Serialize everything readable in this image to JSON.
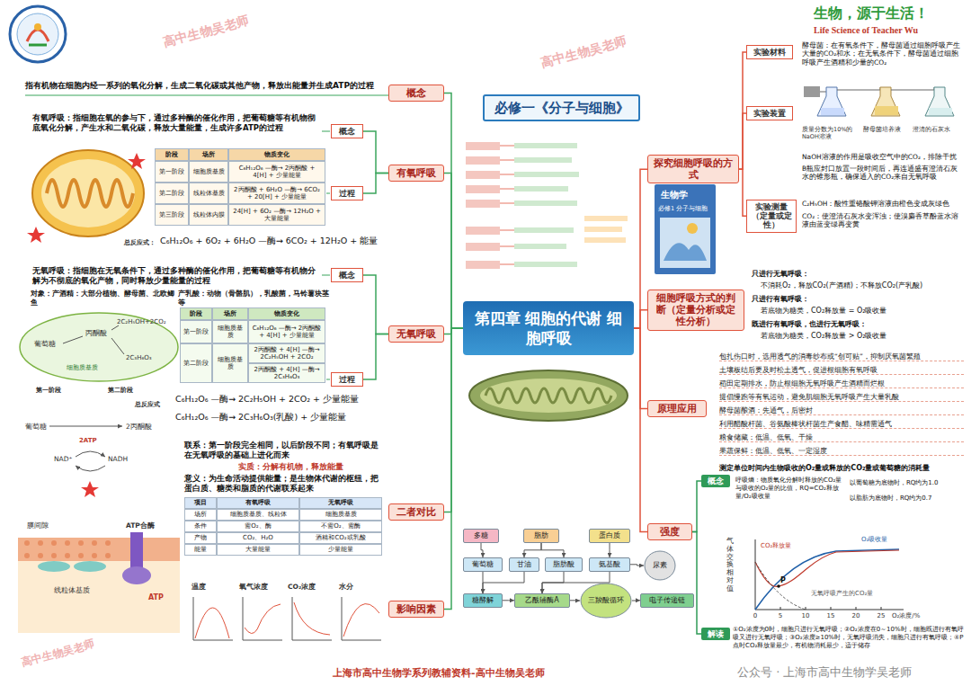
{
  "diagram": {
    "nodes": [
      {
        "text": [
          "必修一《分子与细胞》"
        ]
      },
      {
        "text": [
          "第四章 细胞的代谢 细胞呼吸"
        ]
      },
      {
        "text": [
          "概念"
        ]
      },
      {
        "text": [
          "有氧呼吸"
        ]
      },
      {
        "text": [
          "无氧呼吸"
        ]
      },
      {
        "text": [
          "二者对比"
        ]
      },
      {
        "text": [
          "影响因素"
        ]
      },
      {
        "text": [
          "探究细胞呼吸的方式"
        ]
      },
      {
        "text": [
          "细胞呼吸方式的判断（定量分析或定性分析）"
        ]
      },
      {
        "text": [
          "原理应用"
        ]
      },
      {
        "text": [
          "强度"
        ]
      },
      {
        "text": [
          "概念"
        ]
      },
      {
        "text": [
          "过程"
        ]
      },
      {
        "text": [
          "概念"
        ]
      },
      {
        "text": [
          "过程"
        ]
      },
      {
        "text": [
          "实验材料"
        ]
      },
      {
        "text": [
          "实验装置"
        ]
      },
      {
        "text": [
          "实验测量（定量或定性）"
        ]
      },
      {
        "text": [
          "概念"
        ]
      },
      {
        "text": [
          "解读"
        ]
      },
      {
        "text": [
          "多糖"
        ]
      },
      {
        "text": [
          "脂肪"
        ]
      },
      {
        "text": [
          "蛋白质"
        ]
      },
      {
        "text": [
          "葡萄糖"
        ]
      },
      {
        "text": [
          "甘油"
        ]
      },
      {
        "text": [
          "脂肪酸"
        ]
      },
      {
        "text": [
          "氨基酸"
        ]
      },
      {
        "text": [
          "糖酵解"
        ]
      },
      {
        "text": [
          "乙酰辅酶A"
        ]
      },
      {
        "text": [
          "三羧酸循环"
        ]
      },
      {
        "text": [
          "电子传递链"
        ]
      },
      {
        "text": [
          "尿素"
        ]
      }
    ],
    "edges": [
      {
        "from": 1,
        "to": 2,
        "arrow": "none"
      },
      {
        "from": 1,
        "to": 3,
        "arrow": "none"
      },
      {
        "from": 1,
        "to": 4,
        "arrow": "none"
      },
      {
        "from": 1,
        "to": 5,
        "arrow": "none"
      },
      {
        "from": 1,
        "to": 6,
        "arrow": "none"
      },
      {
        "from": 1,
        "to": 7,
        "arrow": "none"
      },
      {
        "from": 1,
        "to": 8,
        "arrow": "none"
      },
      {
        "from": 1,
        "to": 9,
        "arrow": "none"
      },
      {
        "from": 1,
        "to": 10,
        "arrow": "none"
      },
      {
        "from": 3,
        "to": 11,
        "arrow": "none"
      },
      {
        "from": 3,
        "to": 12,
        "arrow": "none"
      },
      {
        "from": 4,
        "to": 13,
        "arrow": "none"
      },
      {
        "from": 4,
        "to": 14,
        "arrow": "none"
      },
      {
        "from": 7,
        "to": 15,
        "arrow": "none"
      },
      {
        "from": 7,
        "to": 16,
        "arrow": "none"
      },
      {
        "from": 7,
        "to": 17,
        "arrow": "none"
      },
      {
        "from": 10,
        "to": 18,
        "arrow": "none"
      },
      {
        "from": 10,
        "to": 19,
        "arrow": "none"
      },
      {
        "from": 20,
        "to": 23,
        "arrow": "to"
      },
      {
        "from": 21,
        "to": 24,
        "arrow": "to"
      },
      {
        "from": 21,
        "to": 25,
        "arrow": "to"
      },
      {
        "from": 22,
        "to": 26,
        "arrow": "to"
      },
      {
        "from": 23,
        "to": 27,
        "arrow": "to"
      },
      {
        "from": 24,
        "to": 27,
        "arrow": "to"
      },
      {
        "from": 25,
        "to": 28,
        "arrow": "to"
      },
      {
        "from": 26,
        "to": 28,
        "arrow": "to"
      },
      {
        "from": 26,
        "to": 31,
        "arrow": "to"
      },
      {
        "from": 27,
        "to": 28,
        "arrow": "to"
      },
      {
        "from": 28,
        "to": 29,
        "arrow": "to"
      },
      {
        "from": 29,
        "to": 30,
        "arrow": "to"
      }
    ],
    "labels": [
      "指有机物在细胞内经一系列的氧化分解，生成二氧化碳或其他产物，释放出能量并生成ATP的过程",
      "有氧呼吸：指细胞在氧的参与下，通过多种酶的催化作用，把葡萄糖等有机物彻底氧化分解，产生水和二氧化碳，释放大量能量，生成许多ATP的过程",
      "阶段",
      "场所",
      "物质变化",
      "第一阶段",
      "细胞质基质",
      "C₆H₁₂O₆ —酶→ 2丙酮酸 + 4[H] + 少量能量",
      "第二阶段",
      "线粒体基质",
      "2丙酮酸 + 6H₂O —酶→ 6CO₂ + 20[H] + 少量能量",
      "第三阶段",
      "线粒体内膜",
      "24[H] + 6O₂ —酶→ 12H₂O + 大量能量",
      "总反应式：",
      "C₆H₁₂O₆ + 6O₂ + 6H₂O —酶→ 6CO₂ + 12H₂O + 能量",
      "无氧呼吸：指细胞在无氧条件下，通过多种酶的催化作用，把葡萄糖等有机物分解为不彻底的氧化产物，同时释放少量能量的过程",
      "对象：产酒精：大部分植物、酵母菌、北欧鲫鱼",
      "产乳酸：动物（骨骼肌），乳酸菌，马铃薯块茎等",
      "阶段",
      "场所",
      "物质变化",
      "第一阶段",
      "细胞质基质",
      "C₆H₁₂O₆ —酶→ 2丙酮酸 + 4[H] + 少量能量",
      "第二阶段",
      "细胞质基质",
      "2丙酮酸 + 4[H] —酶→ 2C₂H₅OH + 2CO₂",
      "2丙酮酸 + 4[H] —酶→ 2C₃H₆O₃",
      "总反应式",
      "C₆H₁₂O₆ —酶→ 2C₂H₅OH + 2CO₂ + 少量能量",
      "C₆H₁₂O₆ —酶→ 2C₃H₆O₃(乳酸) + 少量能量",
      "葡萄糖",
      "丙酮酸",
      "2C₂H₅OH+2CO₂",
      "2C₃H₆O₃",
      "细胞质基质",
      "第一阶段",
      "第二阶段",
      "葡萄糖",
      "2丙酮酸",
      "NAD⁺",
      "NADH",
      "2ATP",
      "联系：第一阶段完全相同，以后阶段不同；有氧呼吸是在无氧呼吸的基础上进化而来",
      "实质：分解有机物，释放能量",
      "意义：为生命活动提供能量；是生物体代谢的枢纽，把蛋白质、糖类和脂质的代谢联系起来",
      "项目",
      "有氧呼吸",
      "无氧呼吸",
      "场所",
      "细胞质基质、线粒体",
      "细胞质基质",
      "条件",
      "需O₂、酶",
      "不需O₂、需酶",
      "产物",
      "CO₂、H₂O",
      "酒精和CO₂或乳酸",
      "能量",
      "大量能量",
      "少量能量",
      "温度",
      "氧气浓度",
      "CO₂浓度",
      "水分",
      "膜间隙",
      "ATP合酶",
      "线粒体基质",
      "ATP",
      "生物，源于生活！",
      "Life Science of Teacher Wu",
      "酵母菌：在有氧条件下，酵母菌通过细胞呼吸产生大量的CO₂和水；在无氧条件下，酵母菌通过细胞呼吸产生酒精和少量的CO₂",
      "质量分数为10%的NaOH溶液",
      "酵母菌培养液",
      "澄清的石灰水",
      "NaOH溶液的作用是吸收空气中的CO₂，排除干扰",
      "B瓶应封口放置一段时间后，再连通盛有澄清石灰水的锥形瓶，确保通入的CO₂来自无氧呼吸",
      "C₂H₅OH：酸性重铬酸钾溶液由橙色变成灰绿色",
      "CO₂：使澄清石灰水变浑浊；使溴麝香草酚蓝水溶液由蓝变绿再变黄",
      "生物学",
      "必修1 分子与细胞",
      "只进行无氧呼吸：",
      "不消耗O₂，释放CO₂(产酒精)；不释放CO₂(产乳酸)",
      "只进行有氧呼吸：",
      "若底物为糖类，CO₂释放量 = O₂吸收量",
      "既进行有氧呼吸，也进行无氧呼吸：",
      "若底物为糖类，CO₂释放量 > O₂吸收量",
      "包扎伤口时，选用透气的消毒纱布或“创可贴”，抑制厌氧菌繁殖",
      "土壤板结后要及时松土透气，促进根细胞有氧呼吸",
      "稻田定期排水，防止根细胞无氧呼吸产生酒精而烂根",
      "提倡慢跑等有氧运动，避免肌细胞无氧呼吸产生大量乳酸",
      "酵母菌酿酒：先通气，后密封",
      "利用醋酸杆菌、谷氨酸棒状杆菌生产食醋、味精需通气",
      "粮食储藏：低温、低氧、干燥",
      "果蔬保鲜：低温、低氧、一定湿度",
      "测定单位时间内生物吸收的O₂量或释放的CO₂量或葡萄糖的消耗量",
      "呼吸熵：物质氧化分解时释放的CO₂量与吸收的O₂量的比值，RQ=CO₂释放量/O₂吸收量",
      "以葡萄糖为底物时，RQ约为1.0",
      "以脂肪为底物时，RQ约为0.7",
      "气体交换相对值",
      "O₂吸收量",
      "CO₂释放量",
      "无氧呼吸产生的CO₂量",
      "P",
      "0",
      "5",
      "10",
      "15",
      "20",
      "25",
      "O₂浓度/%",
      "①O₂浓度为0时，细胞只进行无氧呼吸；②O₂浓度在0～10%时，细胞既进行有氧呼吸又进行无氧呼吸；③O₂浓度≥10%时，无氧呼吸消失，细胞只进行有氧呼吸；④P点时CO₂释放量最少，有机物消耗最少，适于储存",
      "上海市高中生物学系列教辅资料-高中生物吴老师",
      "公众号 · 上海市高中生物学吴老师",
      "高中生物吴老师",
      "高中生物吴老师",
      "高中生物吴老师"
    ]
  }
}
